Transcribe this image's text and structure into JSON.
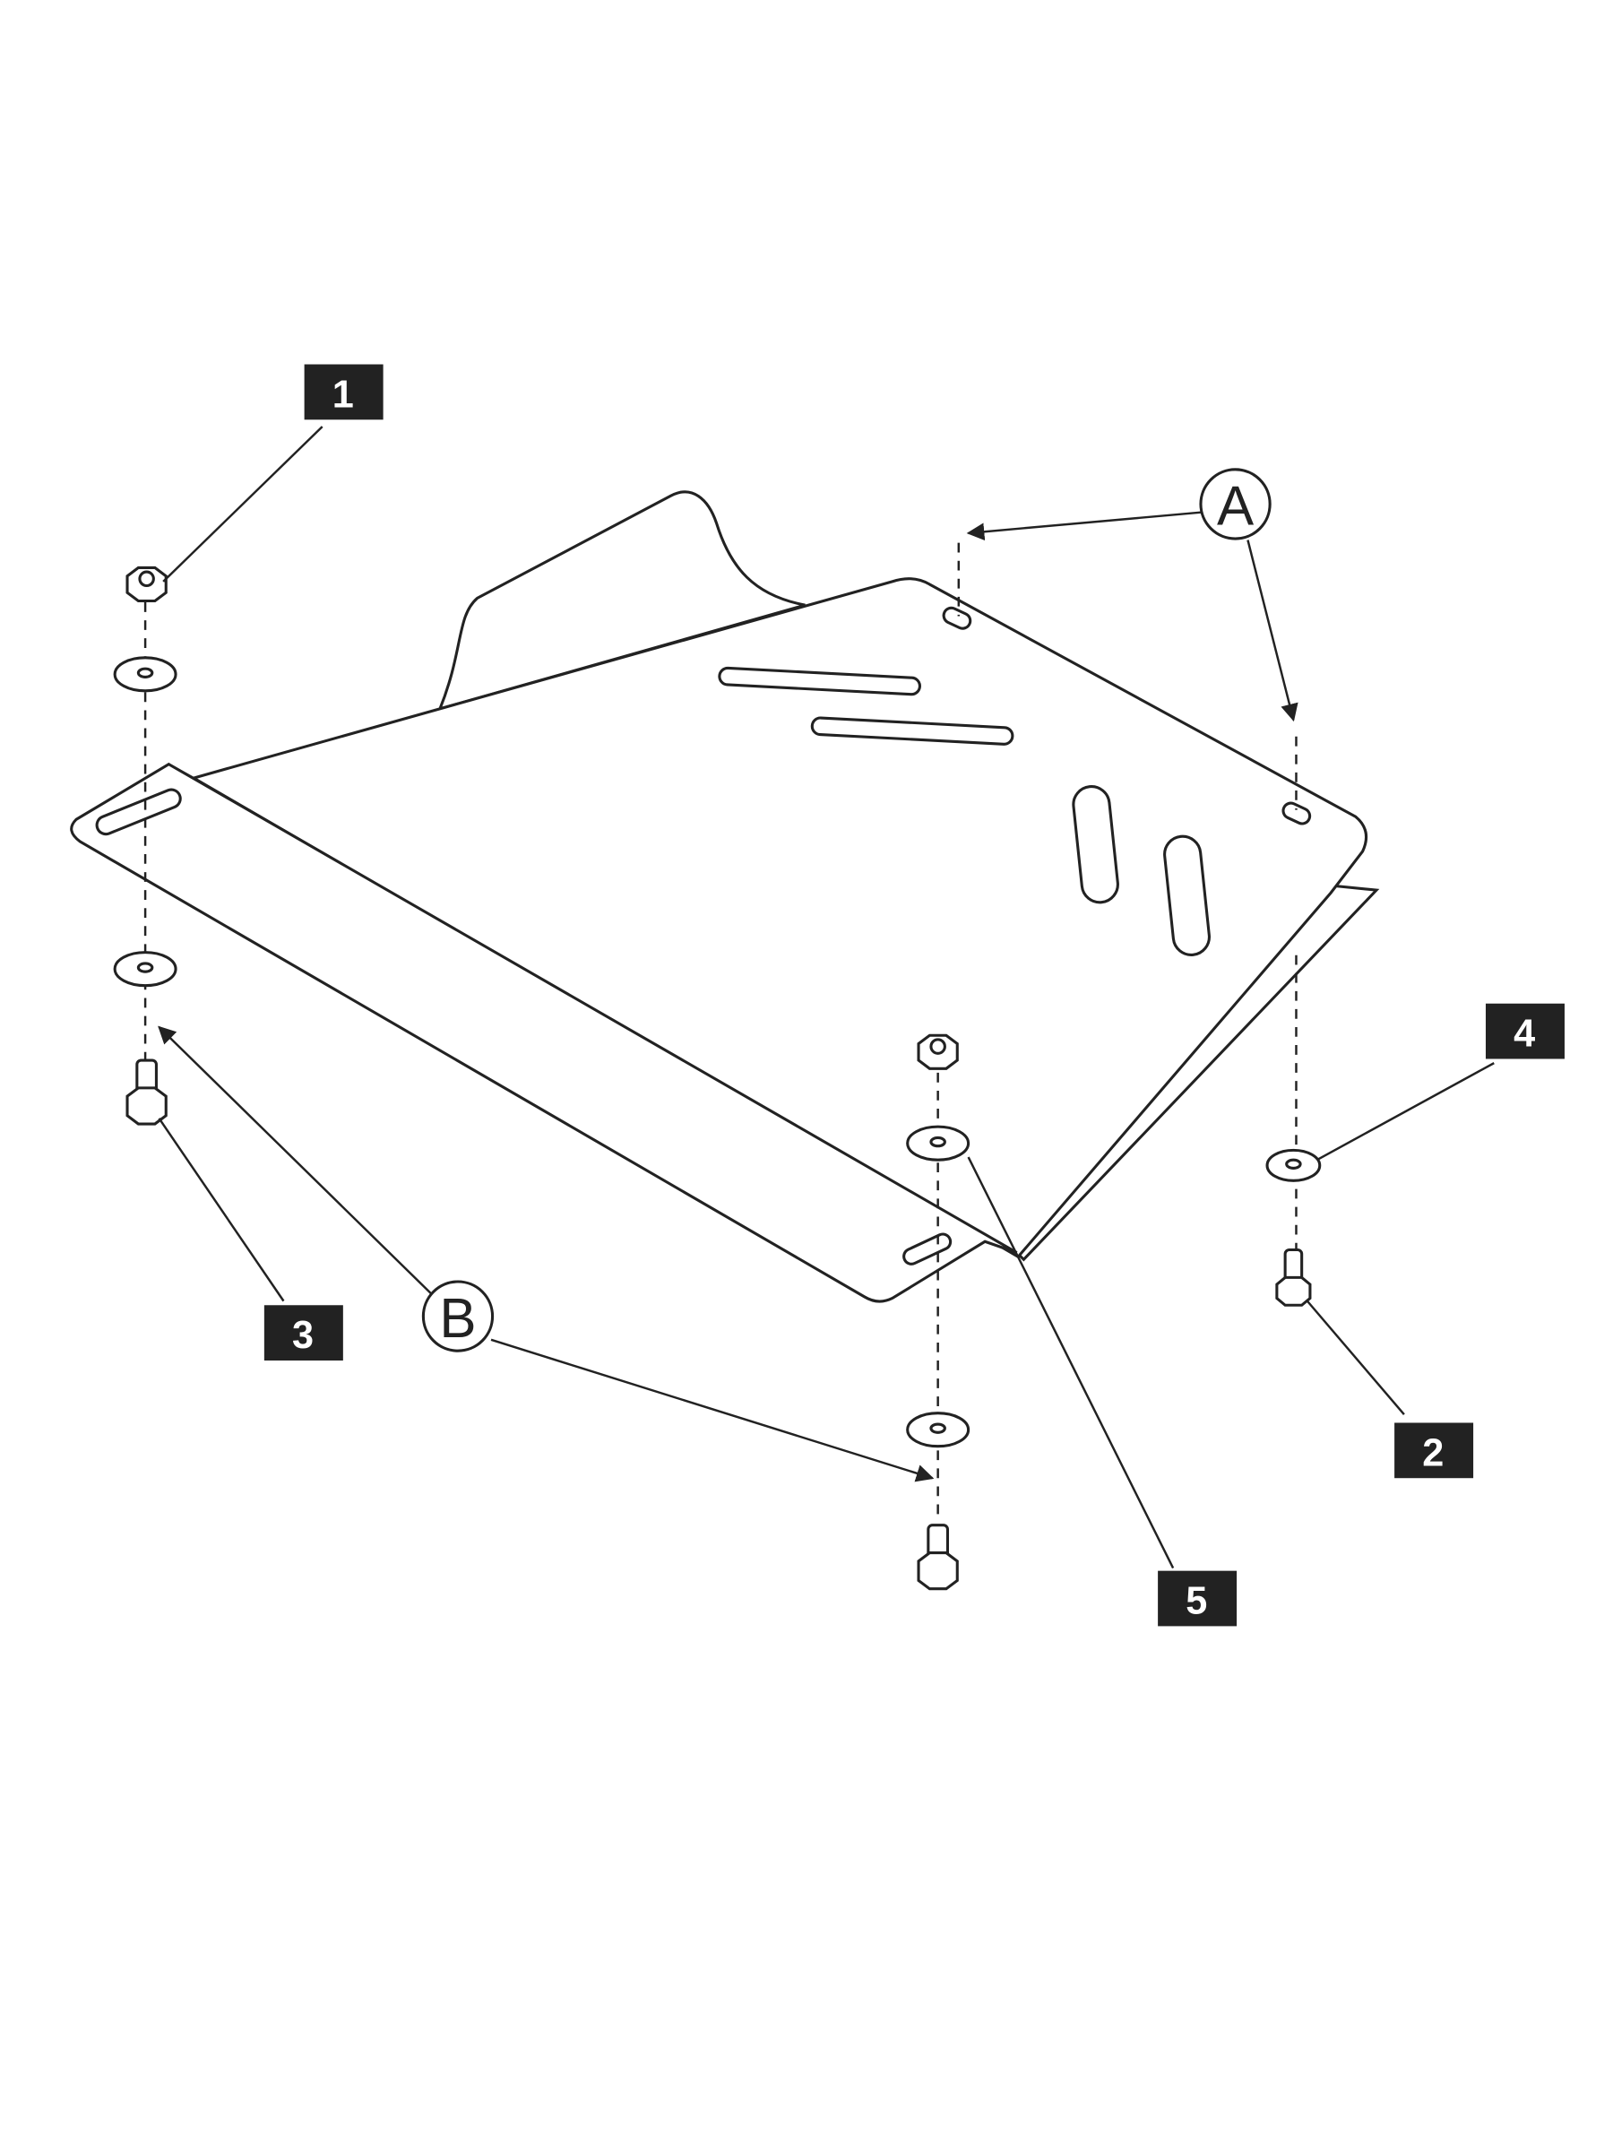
{
  "diagram": {
    "callouts": [
      {
        "id": "1",
        "part": "nut"
      },
      {
        "id": "2",
        "part": "bolt"
      },
      {
        "id": "3",
        "part": "bolt"
      },
      {
        "id": "4",
        "part": "washer"
      },
      {
        "id": "5",
        "part": "washer"
      }
    ],
    "mount_points": [
      "A",
      "B"
    ],
    "colors": {
      "line": "#222222",
      "label_bg": "#222222",
      "label_text": "#ffffff"
    }
  }
}
